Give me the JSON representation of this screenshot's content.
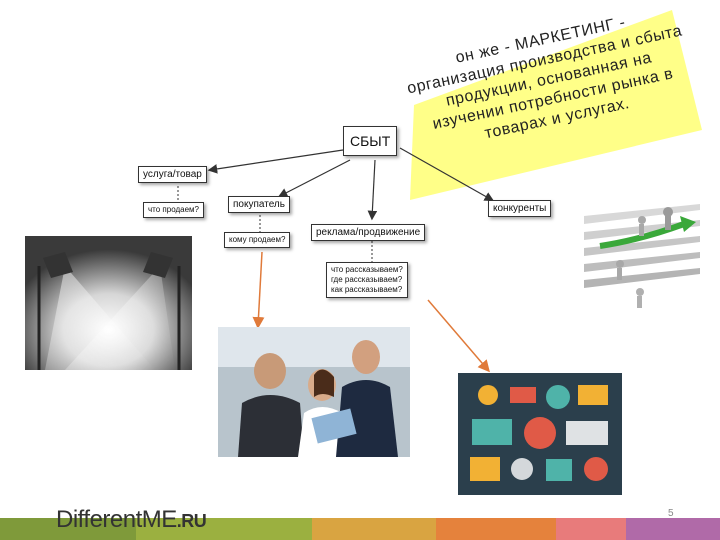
{
  "note": {
    "lines": [
      "он же - МАРКЕТИНГ -",
      "организация производства и сбыта",
      "продукции, основанная на",
      "изучении потребности рынка в",
      "товарах и услугах."
    ]
  },
  "nodes": {
    "center": "СБЫТ",
    "service": "услуга/товар",
    "what_sell": "что продаем?",
    "buyer": "покупатель",
    "whom_sell": "кому продаем?",
    "ads": "реклама/продвижение",
    "tell_q1": "что рассказываем?",
    "tell_q2": "где рассказываем?",
    "tell_q3": "как рассказываем?",
    "competitors": "конкуренты"
  },
  "footer": {
    "logo_main": "DifferentME",
    "logo_suffix": ".RU",
    "page_number": "5"
  },
  "colors": {
    "note": "#ffff88",
    "arrow": "#e07a3a",
    "bar": [
      "#7f9a3a",
      "#9bb040",
      "#d9a441",
      "#e5823c",
      "#e87b7b",
      "#b06aa8"
    ]
  }
}
